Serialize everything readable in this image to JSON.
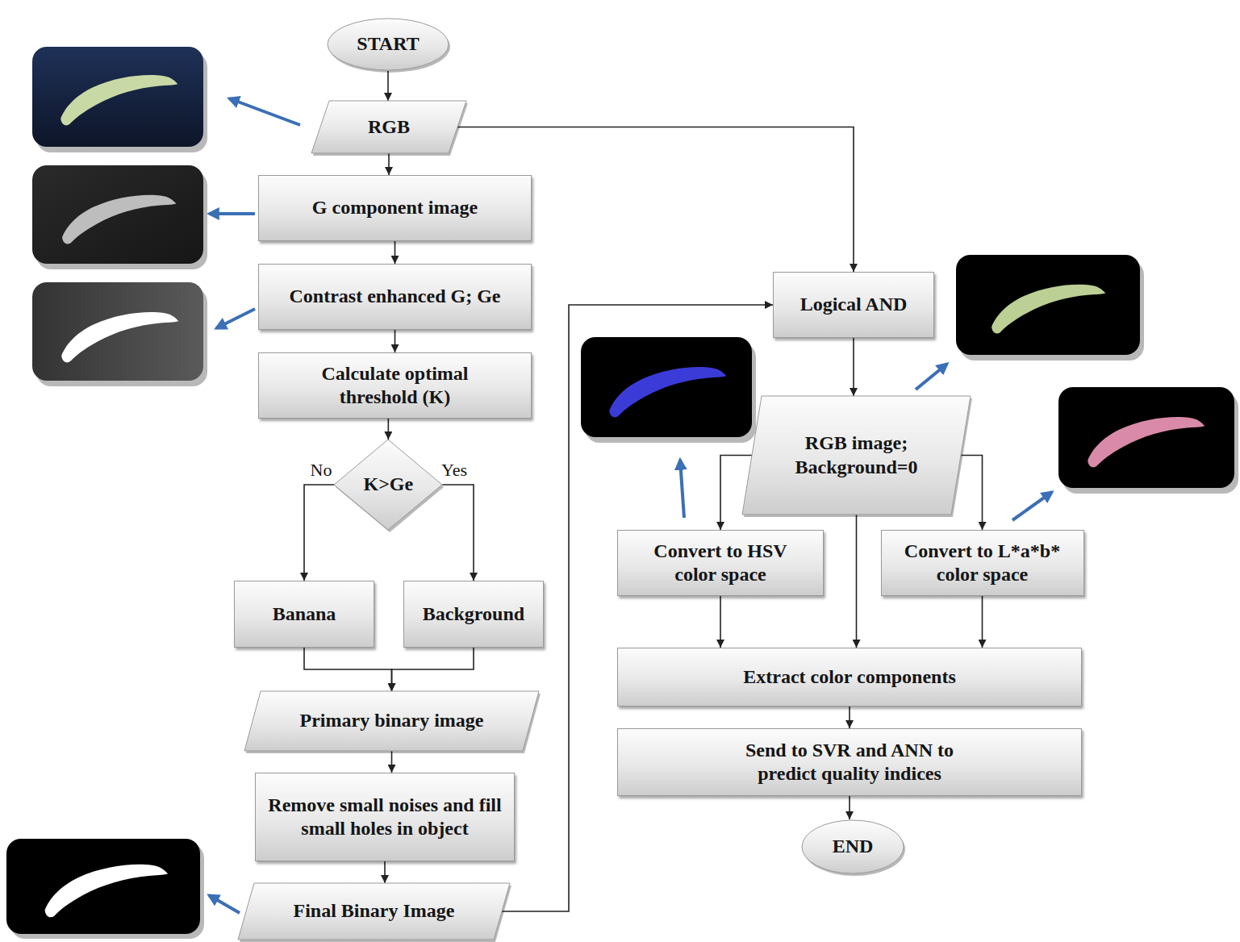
{
  "diagram": {
    "nodes": [
      {
        "text": [
          "START"
        ]
      },
      {
        "text": [
          "RGB"
        ]
      },
      {
        "text": [
          "G component image"
        ]
      },
      {
        "text": [
          "Contrast enhanced G; Ge"
        ]
      },
      {
        "text": [
          "Calculate optimal threshold (K)"
        ]
      },
      {
        "text": [
          "K>Ge"
        ]
      },
      {
        "text": [
          "Banana"
        ]
      },
      {
        "text": [
          "Background"
        ]
      },
      {
        "text": [
          "Primary binary image"
        ]
      },
      {
        "text": [
          "Remove small noises and fill small holes in object"
        ]
      },
      {
        "text": [
          "Final Binary Image"
        ]
      },
      {
        "text": [
          "Logical AND"
        ]
      },
      {
        "text": [
          "RGB image; Background=0"
        ]
      },
      {
        "text": [
          "Convert to HSV color space"
        ]
      },
      {
        "text": [
          "Convert to L*a*b* color space"
        ]
      },
      {
        "text": [
          "Extract color components"
        ]
      },
      {
        "text": [
          "Send to SVR and ANN to predict quality indices"
        ]
      },
      {
        "text": [
          "END"
        ]
      }
    ],
    "edges": [
      {
        "from": 0,
        "to": 1,
        "arrow": "to"
      },
      {
        "from": 1,
        "to": 2,
        "arrow": "to"
      },
      {
        "from": 2,
        "to": 3,
        "arrow": "to"
      },
      {
        "from": 3,
        "to": 4,
        "arrow": "to"
      },
      {
        "from": 4,
        "to": 5,
        "arrow": "to"
      },
      {
        "from": 5,
        "to": 6,
        "label": "No",
        "arrow": "to"
      },
      {
        "from": 5,
        "to": 7,
        "label": "Yes",
        "arrow": "to"
      },
      {
        "from": 6,
        "to": 8,
        "arrow": "to"
      },
      {
        "from": 7,
        "to": 8,
        "arrow": "to"
      },
      {
        "from": 8,
        "to": 9,
        "arrow": "to"
      },
      {
        "from": 9,
        "to": 10,
        "arrow": "to"
      },
      {
        "from": 1,
        "to": 11,
        "arrow": "to"
      },
      {
        "from": 10,
        "to": 11,
        "arrow": "to"
      },
      {
        "from": 11,
        "to": 12,
        "arrow": "to"
      },
      {
        "from": 12,
        "to": 13,
        "arrow": "to"
      },
      {
        "from": 12,
        "to": 14,
        "arrow": "to"
      },
      {
        "from": 12,
        "to": 15,
        "arrow": "to"
      },
      {
        "from": 13,
        "to": 15,
        "arrow": "to"
      },
      {
        "from": 14,
        "to": 15,
        "arrow": "to"
      },
      {
        "from": 15,
        "to": 16,
        "arrow": "to"
      },
      {
        "from": 16,
        "to": 17,
        "arrow": "to"
      }
    ]
  }
}
